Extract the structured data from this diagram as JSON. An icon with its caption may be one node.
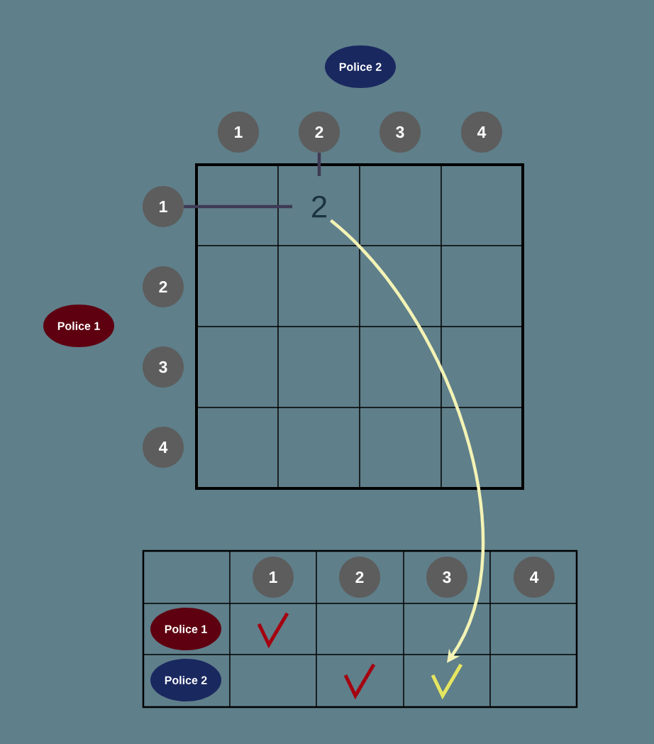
{
  "diagram": {
    "nodes": [
      {
        "text": [
          "Police 2"
        ]
      },
      {
        "text": [
          "1"
        ]
      },
      {
        "text": [
          "2"
        ]
      },
      {
        "text": [
          "3"
        ]
      },
      {
        "text": [
          "4"
        ]
      },
      {
        "text": [
          "1"
        ]
      },
      {
        "text": [
          "2"
        ]
      },
      {
        "text": [
          "3"
        ]
      },
      {
        "text": [
          "4"
        ]
      },
      {
        "text": [
          "Police 1"
        ]
      },
      {
        "text": [
          "2"
        ]
      },
      {
        "text": [
          "1"
        ]
      },
      {
        "text": [
          "2"
        ]
      },
      {
        "text": [
          "3"
        ]
      },
      {
        "text": [
          "4"
        ]
      },
      {
        "text": [
          "Police 1"
        ]
      },
      {
        "text": [
          "Police 2"
        ]
      },
      {
        "text": [],
        "shape": "check"
      }
    ],
    "edges": [
      {
        "from": 5,
        "to": 10,
        "arrow": "none"
      },
      {
        "from": 2,
        "to": 10,
        "arrow": "none"
      },
      {
        "from": 10,
        "to": 17,
        "arrow": "to",
        "color": "#f3f3b5"
      }
    ]
  }
}
